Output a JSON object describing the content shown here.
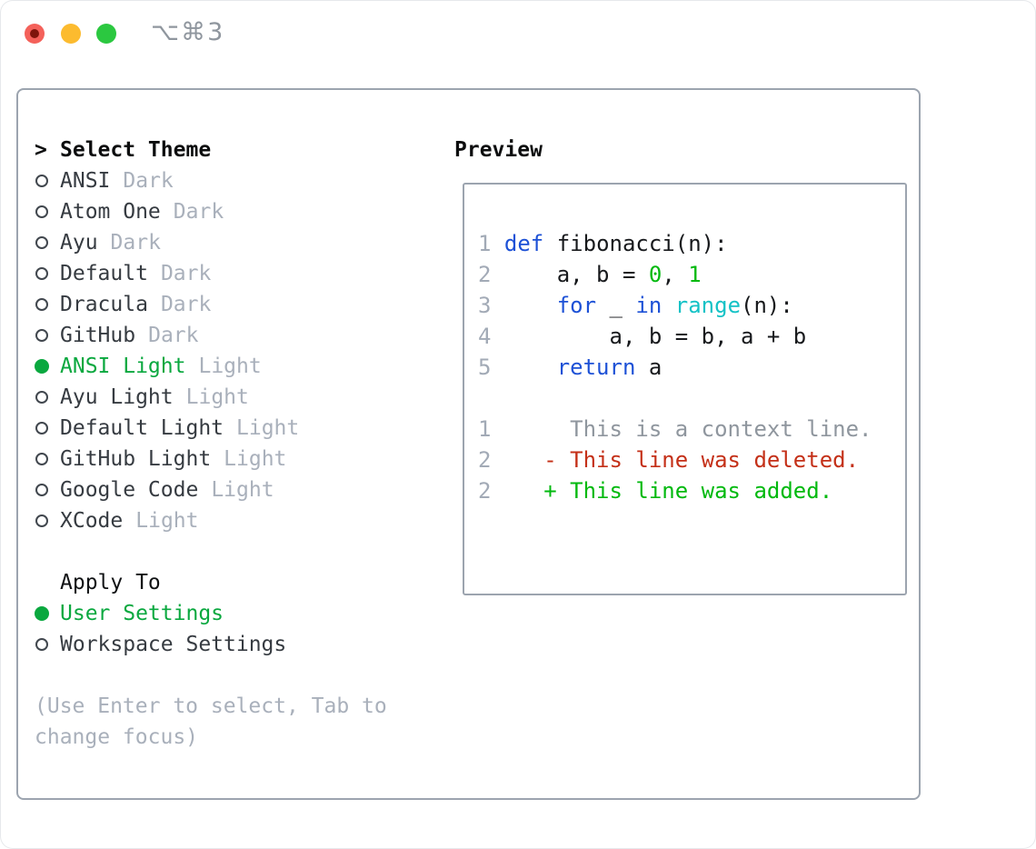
{
  "titlebar": {
    "shortcut": "⌥⌘3",
    "buttons": [
      "close",
      "minimize",
      "zoom"
    ]
  },
  "theme_list": {
    "header": {
      "marker": ">",
      "label": "Select Theme"
    },
    "items": [
      {
        "name": "ANSI",
        "variant": "Dark",
        "selected": false
      },
      {
        "name": "Atom One",
        "variant": "Dark",
        "selected": false
      },
      {
        "name": "Ayu",
        "variant": "Dark",
        "selected": false
      },
      {
        "name": "Default",
        "variant": "Dark",
        "selected": false
      },
      {
        "name": "Dracula",
        "variant": "Dark",
        "selected": false
      },
      {
        "name": "GitHub",
        "variant": "Dark",
        "selected": false
      },
      {
        "name": "ANSI Light",
        "variant": "Light",
        "selected": true
      },
      {
        "name": "Ayu Light",
        "variant": "Light",
        "selected": false
      },
      {
        "name": "Default Light",
        "variant": "Light",
        "selected": false
      },
      {
        "name": "GitHub Light",
        "variant": "Light",
        "selected": false
      },
      {
        "name": "Google Code",
        "variant": "Light",
        "selected": false
      },
      {
        "name": "XCode",
        "variant": "Light",
        "selected": false
      }
    ]
  },
  "apply_to": {
    "header": "Apply To",
    "options": [
      {
        "label": "User Settings",
        "selected": true
      },
      {
        "label": "Workspace Settings",
        "selected": false
      }
    ]
  },
  "hint": {
    "lines": [
      "(Use Enter to select, Tab to",
      "change focus)"
    ]
  },
  "preview": {
    "title": "Preview",
    "lines": [
      {
        "num": "1",
        "segments": [
          {
            "t": "def",
            "c": "kw"
          },
          {
            "t": " fibonacci(n):",
            "c": "fg"
          }
        ]
      },
      {
        "num": "2",
        "segments": [
          {
            "t": "    a, b = ",
            "c": "fg"
          },
          {
            "t": "0",
            "c": "num"
          },
          {
            "t": ", ",
            "c": "fg"
          },
          {
            "t": "1",
            "c": "num"
          }
        ]
      },
      {
        "num": "3",
        "segments": [
          {
            "t": "    ",
            "c": "fg"
          },
          {
            "t": "for",
            "c": "kw"
          },
          {
            "t": " _ ",
            "c": "fg"
          },
          {
            "t": "in",
            "c": "kw"
          },
          {
            "t": " ",
            "c": "fg"
          },
          {
            "t": "range",
            "c": "fn"
          },
          {
            "t": "(n):",
            "c": "fg"
          }
        ]
      },
      {
        "num": "4",
        "segments": [
          {
            "t": "        a, b = b, a + b",
            "c": "fg"
          }
        ]
      },
      {
        "num": "5",
        "segments": [
          {
            "t": "    ",
            "c": "fg"
          },
          {
            "t": "return",
            "c": "kw"
          },
          {
            "t": " a",
            "c": "fg"
          }
        ]
      },
      {
        "num": "",
        "segments": []
      },
      {
        "num": "1",
        "segments": [
          {
            "t": "     This is a context line.",
            "c": "ctx"
          }
        ]
      },
      {
        "num": "2",
        "segments": [
          {
            "t": "   - This line was deleted.",
            "c": "del"
          }
        ]
      },
      {
        "num": "2",
        "segments": [
          {
            "t": "   + This line was added.",
            "c": "add"
          }
        ]
      }
    ]
  },
  "colors": {
    "selection_green": "#0aa83f",
    "diff_added_green": "#00b90e",
    "diff_deleted_red": "#c43018",
    "keyword_blue": "#1d51d6",
    "function_cyan": "#14c2c6",
    "muted_gray": "#a9b0bb",
    "border_gray": "#9ca4af",
    "traffic_red": "#f4615a",
    "traffic_yellow": "#fcbb2f",
    "traffic_green": "#2bc840"
  }
}
